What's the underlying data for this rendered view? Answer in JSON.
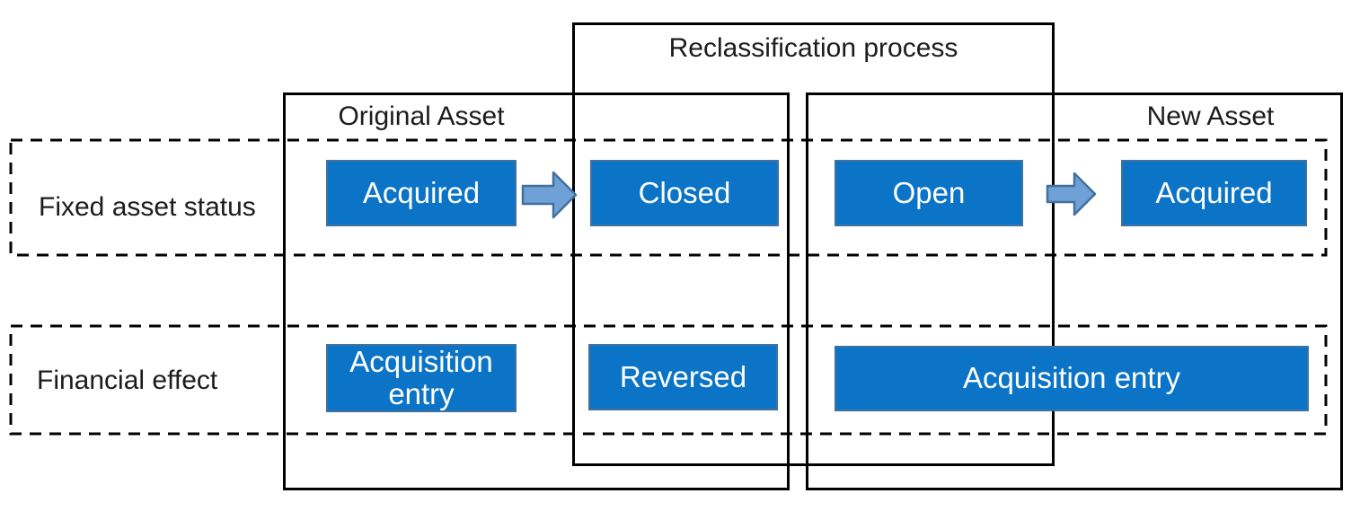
{
  "title": "Reclassification process",
  "columns": {
    "original": "Original Asset",
    "new_asset": "New Asset"
  },
  "row_labels": {
    "status": "Fixed asset status",
    "financial": "Financial effect"
  },
  "status_boxes": [
    "Acquired",
    "Closed",
    "Open",
    "Acquired"
  ],
  "financial_boxes": [
    "Acquisition entry",
    "Reversed",
    "Acquisition entry"
  ],
  "icons": {
    "arrow_right": "block-arrow-right"
  },
  "colors": {
    "box-fill": "#0B74C6",
    "box-border": "#41719C",
    "arrow-fill": "#6FA0D6",
    "arrow-border": "#41719C",
    "line-color": "#000000",
    "text-dark": "#1c1c1c",
    "text-light": "#FFFFFF"
  }
}
